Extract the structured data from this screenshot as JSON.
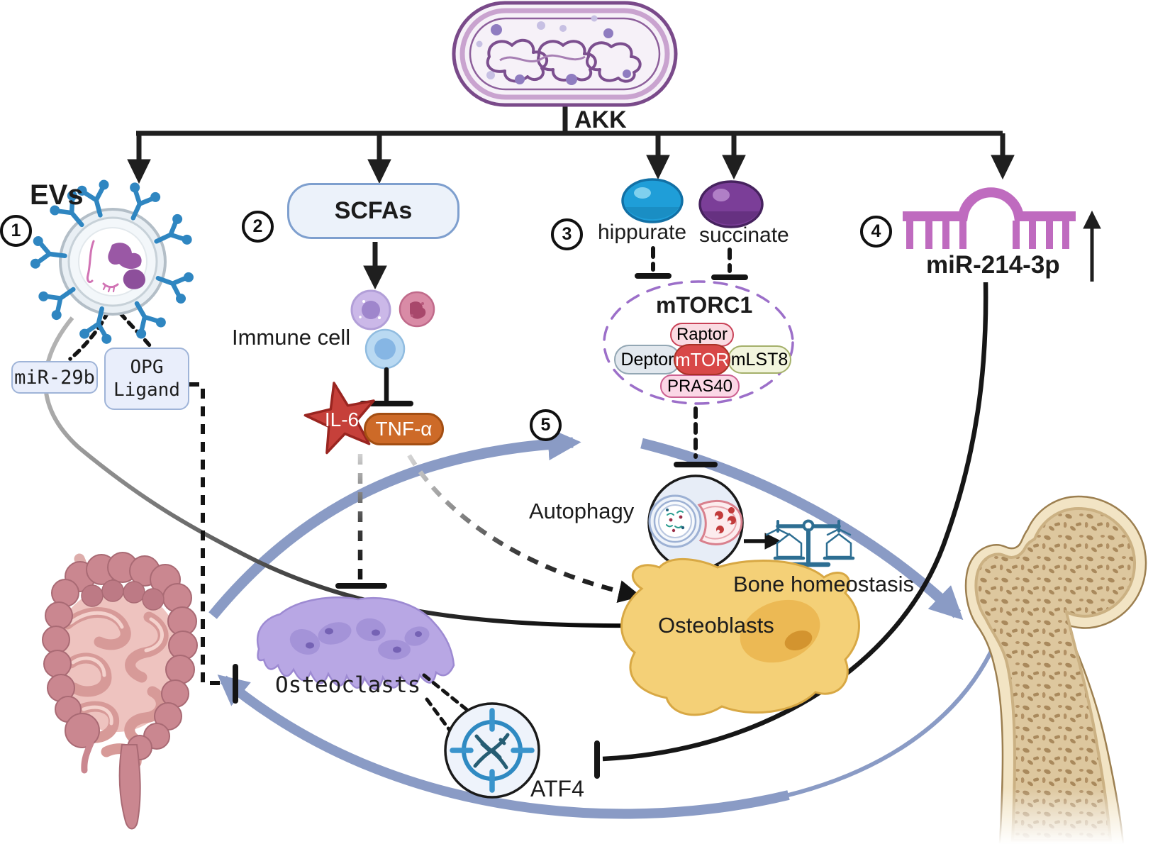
{
  "figure": {
    "organism_label": "AKK",
    "markers": {
      "m1": "1",
      "m2": "2",
      "m3": "3",
      "m4": "4",
      "m5": "5"
    },
    "nodes": {
      "evs": "EVs",
      "mir29b": "miR-29b",
      "opg_ligand": "OPG Ligand",
      "scfas": "SCFAs",
      "immune_cell": "Immune cell",
      "il6": "IL-6",
      "tnf_alpha": "TNF-α",
      "hippurate": "hippurate",
      "succinate": "succinate",
      "mtorc1": "mTORC1",
      "raptor": "Raptor",
      "deptor": "Deptor",
      "mtor": "mTOR",
      "mlst8": "mLST8",
      "pras40": "PRAS40",
      "mir214_3p": "miR-214-3p",
      "autophagy": "Autophagy",
      "bone_homeostasis": "Bone homeostasis",
      "osteoclasts": "Osteoclasts",
      "osteoblasts": "Osteoblasts",
      "atf4": "ATF4"
    },
    "relationships": [
      "AKK → EVs",
      "AKK → SCFAs",
      "AKK → hippurate",
      "AKK → succinate",
      "AKK → miR-214-3p ↑",
      "EVs ⇢ miR-29b",
      "EVs ⇢ OPG Ligand",
      "OPG Ligand ⊣ Osteoclasts",
      "EVs → Osteoblasts",
      "SCFAs → Immune cell",
      "Immune cell ⊣ IL-6 / TNF-α",
      "IL-6 / TNF-α ⊣ Osteoclasts",
      "IL-6 / TNF-α ⇢ Osteoblasts",
      "hippurate ⊣ mTORC1",
      "succinate ⊣ mTORC1",
      "mTORC1 ⊣ Autophagy",
      "Autophagy → Bone homeostasis",
      "Autophagy ⇢ Osteoblasts",
      "Osteoclasts ⇢ ATF4",
      "miR-214-3p ⊣ ATF4",
      "⑤ gut–bone circulation loop: intestine → bone → intestine"
    ],
    "colors": {
      "flow_arrow_blue": "#8a9bc5",
      "akk_capsule_purple": "#7a4a8a",
      "ev_receptor_blue": "#2f86c1",
      "node_box_fill": "#e9eefb",
      "node_box_border": "#9fb4d8",
      "il6_red": "#c6403a",
      "tnf_orange": "#cd6a28",
      "hippurate_blue": "#1f9ed8",
      "succinate_purple": "#7b3e98",
      "mtorc1_dash_purple": "#9c6fc9",
      "mtor_red": "#d84848",
      "mirna_magenta": "#bf6bbf",
      "scales_teal": "#2d6e92",
      "osteoclast_purple": "#b8a7e4",
      "osteoblast_yellow": "#f4d077",
      "intestine_pink": "#ca8790",
      "bone_tan": "#f2e4c4"
    }
  }
}
